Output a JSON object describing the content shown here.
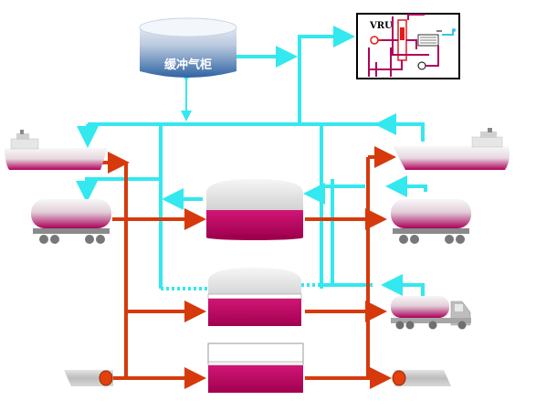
{
  "labels": {
    "buffer_tank": "缓冲气柜",
    "vru": "VRU"
  },
  "colors": {
    "vapor_line": "#33e8ef",
    "liquid_line": "#d63a0c",
    "liquid_fill": "#b1005c",
    "vessel_top": "#e8e8ea",
    "pipeline_body": "#c9c9c9",
    "pipeline_valve": "#e2400c",
    "buffer_tank_bottom": "#3b6ea8",
    "vru_border": "#000000"
  },
  "equipment": [
    "ship-left",
    "ship-right",
    "rail-car-left",
    "rail-car-right",
    "storage-tank-dome-1",
    "storage-tank-dome-2",
    "storage-tank-floating-roof",
    "tank-truck",
    "pipeline-left",
    "pipeline-right",
    "buffer-gas-holder",
    "vapor-recovery-unit"
  ]
}
